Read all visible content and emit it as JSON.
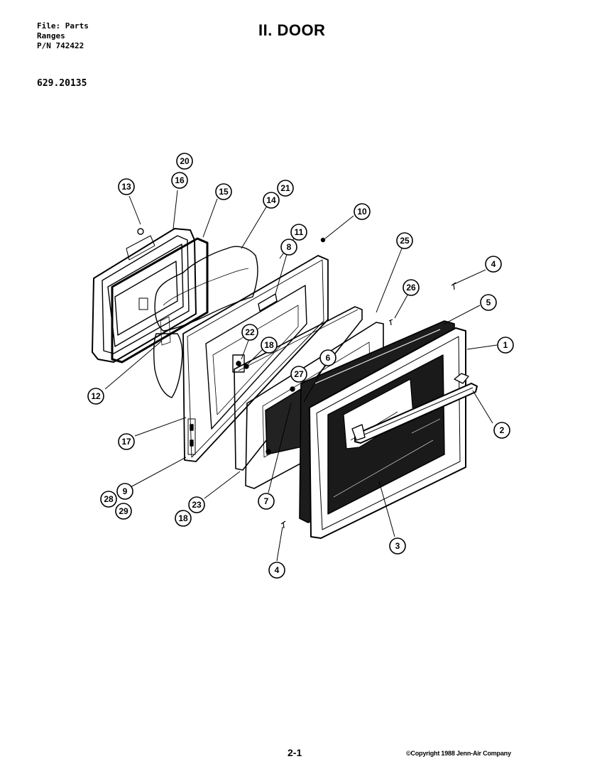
{
  "header": {
    "file_line": "File: Parts",
    "category_line": "Ranges",
    "part_number_line": "P/N 742422"
  },
  "model_number": "629.20135",
  "title": "II. DOOR",
  "footer": {
    "page_number": "2-1",
    "copyright": "©Copyright 1988 Jenn-Air Company"
  },
  "callouts": [
    {
      "id": "c1",
      "label": "1"
    },
    {
      "id": "c2",
      "label": "2"
    },
    {
      "id": "c3",
      "label": "3"
    },
    {
      "id": "c4a",
      "label": "4"
    },
    {
      "id": "c4b",
      "label": "4"
    },
    {
      "id": "c5",
      "label": "5"
    },
    {
      "id": "c6",
      "label": "6"
    },
    {
      "id": "c7",
      "label": "7"
    },
    {
      "id": "c8",
      "label": "8"
    },
    {
      "id": "c9",
      "label": "9"
    },
    {
      "id": "c10",
      "label": "10"
    },
    {
      "id": "c11",
      "label": "11"
    },
    {
      "id": "c12",
      "label": "12"
    },
    {
      "id": "c13",
      "label": "13"
    },
    {
      "id": "c14",
      "label": "14"
    },
    {
      "id": "c15",
      "label": "15"
    },
    {
      "id": "c16",
      "label": "16"
    },
    {
      "id": "c17",
      "label": "17"
    },
    {
      "id": "c18a",
      "label": "18"
    },
    {
      "id": "c18b",
      "label": "18"
    },
    {
      "id": "c20",
      "label": "20"
    },
    {
      "id": "c21",
      "label": "21"
    },
    {
      "id": "c22",
      "label": "22"
    },
    {
      "id": "c23",
      "label": "23"
    },
    {
      "id": "c25",
      "label": "25"
    },
    {
      "id": "c26",
      "label": "26"
    },
    {
      "id": "c27",
      "label": "27"
    },
    {
      "id": "c28",
      "label": "28"
    },
    {
      "id": "c29",
      "label": "29"
    }
  ]
}
